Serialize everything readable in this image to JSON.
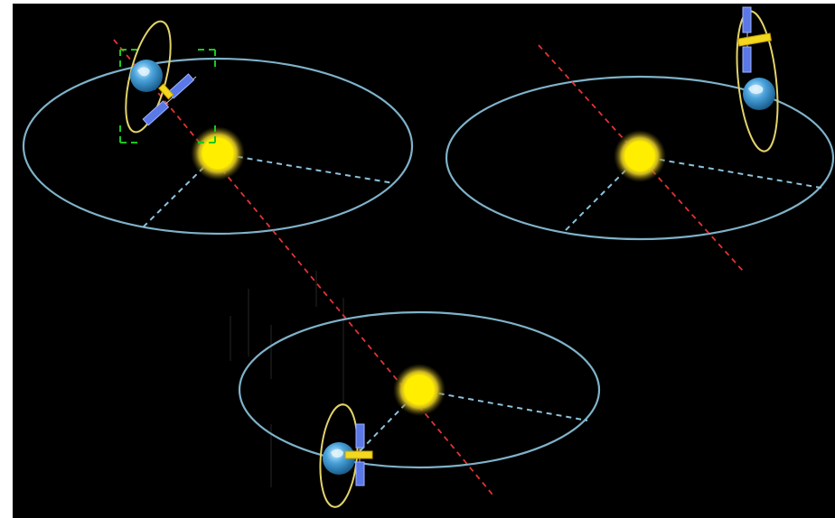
{
  "colors": {
    "page_background": "#ffffff",
    "scene_background": "#000000",
    "orbit": "#7fb2c9",
    "radius_dash": "#8cc3dd",
    "axis_dash": "#e33333",
    "sun_core": "#ffee00",
    "sun_glow": "#a8962a",
    "satellite_orbit": "#e2d36a",
    "selection": "#19c81e",
    "solar_panel": "#5a78e6",
    "satellite_body": "#f2d81e",
    "earth_ocean": "#2f8fd0",
    "earth_land": "#cfe8f5"
  },
  "scene": {
    "panels": [
      {
        "id": "upper-left",
        "selected": true,
        "satellite_side": "left"
      },
      {
        "id": "upper-right",
        "selected": false,
        "satellite_side": "right"
      },
      {
        "id": "bottom",
        "selected": false,
        "satellite_side": "left"
      }
    ],
    "icons": [
      "sun-icon",
      "earth-icon",
      "satellite-icon",
      "selection-box-icon"
    ]
  }
}
